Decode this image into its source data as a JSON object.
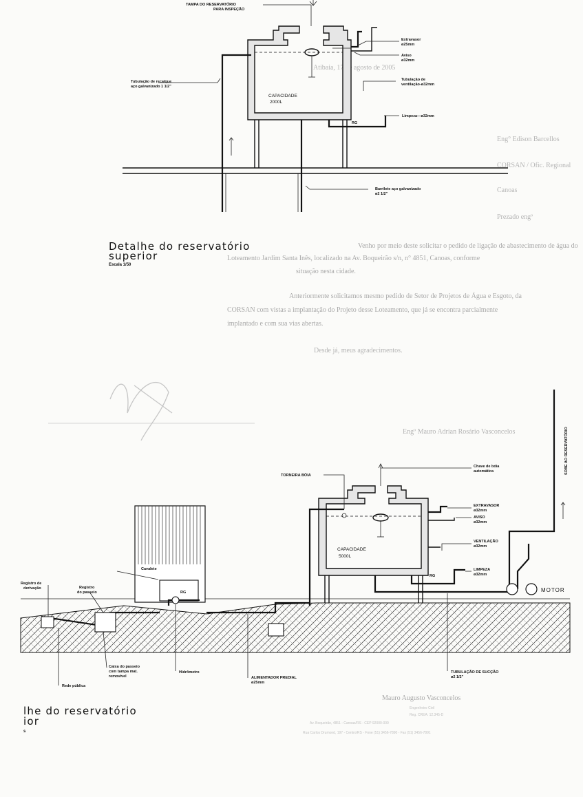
{
  "faded_letter": {
    "date_line": "Atibaia, 17 de agosto de 2005",
    "recipient": "Eng° Edison Barcellos",
    "company": "CORSAN / Ofic. Regional",
    "city": "Canoas",
    "salutation": "Prezado engº",
    "paragraph1": [
      "Venho por meio deste solicitar o pedido de ligação de abastecimento de água do",
      "Loteamento Jardim Santa Inês, localizado na Av. Boqueirão s/n, n° 4851, Canoas, conforme",
      "situação nesta cidade."
    ],
    "paragraph2": [
      "Anteriormente solicitamos mesmo pedido de Setor de Projetos de Água e Esgoto, da",
      "CORSAN com vistas a implantação do Projeto desse Loteamento, que já se encontra parcialmente",
      "implantado e com sua vias abertas."
    ],
    "closing": "Desde já, meus agradecimentos.",
    "signature_line": "Engº Mauro Adrian Rosário Vasconcelos",
    "footer_name": "Mauro Augusto Vasconcelos",
    "footer_role": "Engenheiro Civil",
    "footer_crea": "Reg. CREA: 12.345-D",
    "footer_lines": [
      "Av. Boqueirão, 4851 - Canoas/RS - CEP 92000-000",
      "Rua Carlos Drumond, 197 - Centro/RS - Fone (51) 3456-7890 - Fax (51) 3456-7891"
    ]
  },
  "top_drawing": {
    "labels": {
      "tampa": [
        "TAMPA DO RESERVATÓRIO",
        "PARA INSPEÇÃO"
      ],
      "extravasor": [
        "Extravasor",
        "ø25mm"
      ],
      "aviso": [
        "Aviso",
        "ø32mm"
      ],
      "tubulacao_recalque": [
        "Tubulação de recalque",
        "aço galvanizado 1 1/2\""
      ],
      "tubulacao_ventilacao": [
        "Tubulação de",
        "ventilação-ø32mm"
      ],
      "capacidade": [
        "CAPACIDADE",
        "2000L"
      ],
      "limpeza": "Limpeza—ø32mm",
      "rg": "RG",
      "barrilete": [
        "Barrilete aço galvanizado",
        "ø2 1/2\""
      ]
    },
    "title": [
      "Detalhe do reservatório",
      "superior"
    ],
    "scale": "Escala 1/50"
  },
  "bottom_drawing": {
    "labels": {
      "torneira_boia": "TORNEIRA BÓIA",
      "chave_boia": [
        "Chave de bóia",
        "automática"
      ],
      "sobe_reservatorio": "SOBE AO RESERVATÓRIO",
      "extravasor": [
        "EXTRAVASOR",
        "ø32mm"
      ],
      "aviso": [
        "AVISO",
        "ø32mm"
      ],
      "ventilacao": [
        "VENTILAÇÃO",
        "ø32mm"
      ],
      "capacidade": [
        "CAPACIDADE",
        "5000L"
      ],
      "limpeza": [
        "LIMPEZA",
        "ø32mm"
      ],
      "rg": "RG",
      "motor": "MOTOR",
      "cavalete": "Cavalete",
      "registro_passeio": [
        "Registro",
        "do passeio"
      ],
      "registro_derivacao": [
        "Registro de",
        "derivação"
      ],
      "caixa_passeio": [
        "Caixa do passeio",
        "com tampa mat.",
        "removível"
      ],
      "hidrometro": "Hidrômetro",
      "rede_publica": "Rede pública",
      "alimentador": [
        "ALIMENTADOR PREDIAL",
        "ø25mm"
      ],
      "succao": [
        "TUBULAÇÃO DE SUCÇÃO",
        "ø2 1/2\""
      ]
    },
    "title": [
      "lhe do reservatório",
      "ior",
      "s"
    ]
  }
}
